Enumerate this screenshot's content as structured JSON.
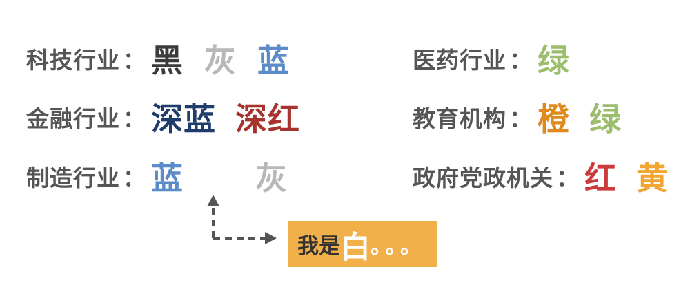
{
  "colors": {
    "black": "#3b3b3b",
    "gray": "#b8b8b8",
    "blue": "#5b8bc9",
    "navy": "#1e3d6b",
    "dark_red": "#a8332e",
    "green": "#9bbd6c",
    "orange": "#e08a1e",
    "red": "#cc3b3b",
    "yellow": "#f0a630",
    "label": "#555555",
    "callout_bg": "#f2b04b"
  },
  "left": [
    {
      "industry": "科技行业",
      "colon": "：",
      "swatches": [
        {
          "text": "黑",
          "color": "#3b3b3b"
        },
        {
          "text": "灰",
          "color": "#b8b8b8"
        },
        {
          "text": "蓝",
          "color": "#5b8bc9"
        }
      ]
    },
    {
      "industry": "金融行业",
      "colon": "：",
      "swatches": [
        {
          "text": "深蓝",
          "color": "#1e3d6b"
        },
        {
          "text": "深红",
          "color": "#a8332e"
        }
      ]
    },
    {
      "industry": "制造行业",
      "colon": "：",
      "swatches": [
        {
          "text": "蓝",
          "color": "#5b8bc9"
        },
        {
          "text": "灰",
          "color": "#b8b8b8"
        }
      ]
    }
  ],
  "right": [
    {
      "industry": "医药行业",
      "colon": "：",
      "swatches": [
        {
          "text": "绿",
          "color": "#9bbd6c"
        }
      ]
    },
    {
      "industry": "教育机构",
      "colon": "：",
      "swatches": [
        {
          "text": "橙",
          "color": "#e08a1e"
        },
        {
          "text": "绿",
          "color": "#9bbd6c"
        }
      ]
    },
    {
      "industry": "政府党政机关",
      "colon": "：",
      "swatches": [
        {
          "text": "红",
          "color": "#cc3b3b"
        },
        {
          "text": "黄",
          "color": "#f0a630"
        }
      ]
    }
  ],
  "callout": {
    "prefix": "我是",
    "highlight": "白",
    "dots": "。。。"
  }
}
